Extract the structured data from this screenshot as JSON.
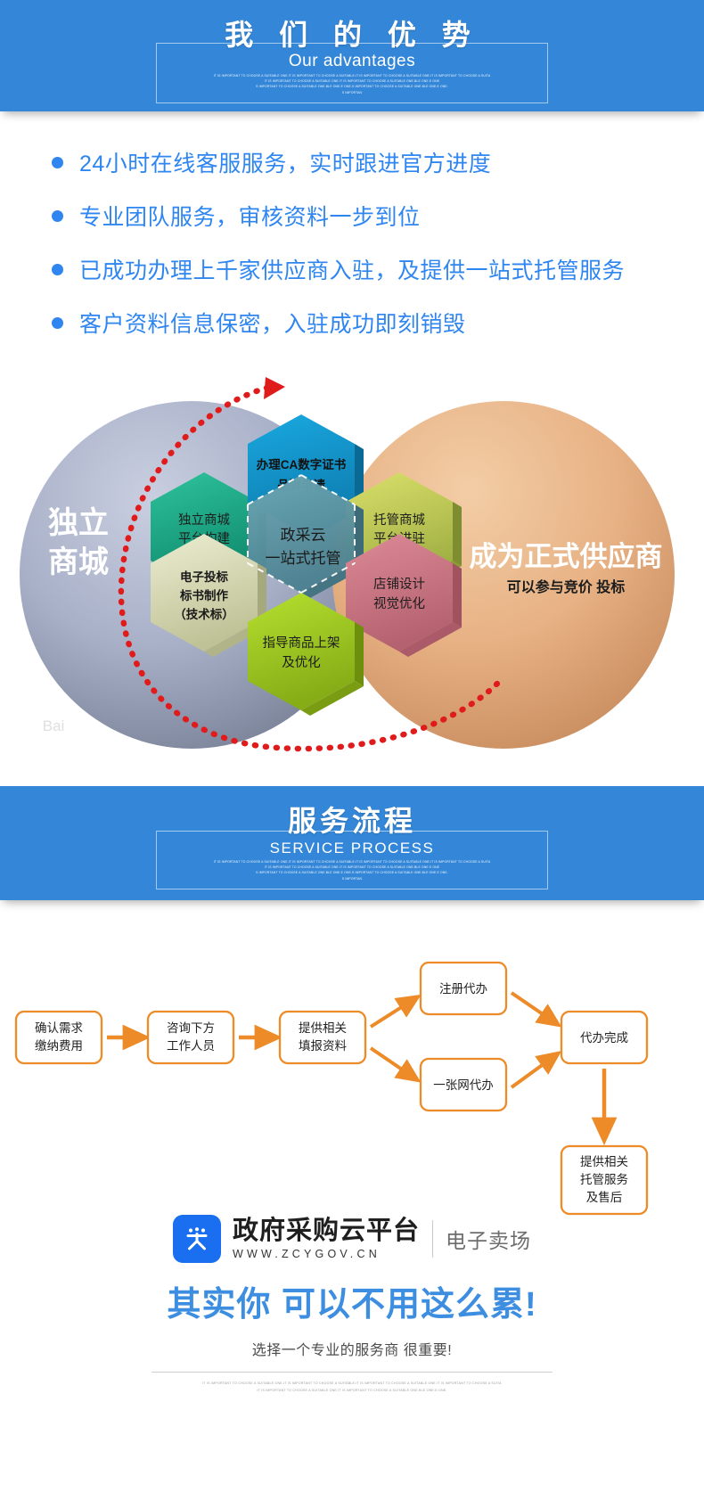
{
  "banners": {
    "advantages": {
      "title": "我 们 的 优 势",
      "subtitle": "Our advantages",
      "micro_lines": [
        "IT IS IMPORTANT TO CHOOSE A SUITABLE ONE.IT IS IMPORTANT TO CHOOSE A SUITABLE.IT IS IMPORTANT TO CHOOSE A SUITABLE ONE.IT IS IMPORTANT TO CHOOSE A SUITA",
        "IT IS IMPORTANT TO CHOOSE A SUITABLE ONE.IT IS IMPORTANT TO CHOOSE A SUITABLE ONE.BLE ONE.E ONE",
        "S IMPORTANT TO CHOOSE A SUITABLE ONE.BLE ONE.E ONE.S IMPORTANT TO CHOOSE A SUITABLE ONE.BLE ONE.E ONE.",
        "S IMPORTAN"
      ]
    },
    "service_process": {
      "title": "服务流程",
      "subtitle": "SERVICE PROCESS",
      "micro_lines": [
        "IT IS IMPORTANT TO CHOOSE A SUITABLE ONE.IT IS IMPORTANT TO CHOOSE A SUITABLE.IT IS IMPORTANT TO CHOOSE A SUITABLE ONE.IT IS IMPORTANT TO CHOOSE A SUITA",
        "IT IS IMPORTANT TO CHOOSE A SUITABLE ONE.IT IS IMPORTANT TO CHOOSE A SUITABLE ONE.BLE ONE.E ONE",
        "S IMPORTANT TO CHOOSE A SUITABLE ONE.BLE ONE.E ONE.S IMPORTANT TO CHOOSE A SUITABLE ONE.BLE ONE.E ONE.",
        "S IMPORTAN"
      ]
    }
  },
  "advantages": {
    "items": [
      {
        "text": "24小时在线客服服务，实时跟进官方进度"
      },
      {
        "text": "专业团队服务，审核资料一步到位"
      },
      {
        "text": "已成功办理上千家供应商入驻，及提供一站式托管服务"
      },
      {
        "text": "客户资料信息保密，入驻成功即刻销毁"
      }
    ]
  },
  "venn": {
    "left_circle": {
      "line1": "独立",
      "line2": "商城",
      "color": "#9aa3bd"
    },
    "right_circle": {
      "title": "成为正式供应商",
      "subtitle": "可以参与竞价 投标",
      "color": "#e8b487"
    },
    "hexagons": [
      {
        "id": "ca-cert",
        "line1": "办理CA数字证书",
        "line2": "品牌申请",
        "color": "#1c9fd4",
        "bold": true
      },
      {
        "id": "mall-build",
        "line1": "独立商城",
        "line2": "平台构建",
        "color": "#17a98a",
        "bold": false
      },
      {
        "id": "mall-entry",
        "line1": "托管商城",
        "line2": "平台进驻",
        "color": "#c8d14e",
        "bold": false
      },
      {
        "id": "center-core",
        "line1": "政采云",
        "line2": "一站式托管",
        "color": "#5e96a4",
        "bold": false
      },
      {
        "id": "e-bid-doc",
        "line1": "电子投标",
        "line2": "标书制作",
        "line3": "（技术标）",
        "color": "#d7d9b0",
        "bold": true
      },
      {
        "id": "shop-design",
        "line1": "店铺设计",
        "line2": "视觉优化",
        "color": "#cd7b8a",
        "bold": false
      },
      {
        "id": "goods-listing",
        "line1": "指导商品上架",
        "line2": "及优化",
        "color": "#a8d42a",
        "bold": false
      }
    ],
    "arrow_color": "#e01b1b"
  },
  "flow": {
    "boxes": [
      {
        "id": "step-1",
        "lines": [
          "确认需求",
          "缴纳费用"
        ]
      },
      {
        "id": "step-2",
        "lines": [
          "咨询下方",
          "工作人员"
        ]
      },
      {
        "id": "step-3",
        "lines": [
          "提供相关",
          "填报资料"
        ]
      },
      {
        "id": "step-4a",
        "lines": [
          "注册代办"
        ]
      },
      {
        "id": "step-4b",
        "lines": [
          "一张网代办"
        ]
      },
      {
        "id": "step-5",
        "lines": [
          "代办完成"
        ]
      },
      {
        "id": "step-6",
        "lines": [
          "提供相关",
          "托管服务",
          "及售后"
        ]
      }
    ],
    "accent_color": "#ec8b28"
  },
  "logo": {
    "name_cn": "政府采购云平台",
    "url": "WWW.ZCYGOV.CN",
    "tagline": "电子卖场",
    "mark_color": "#1a6ff0"
  },
  "footer": {
    "headline_part1": "其实你",
    "headline_part2": "可以不用这么累!",
    "subline": "选择一个专业的服务商 很重要!",
    "micro_lines": [
      "IT IS IMPORTANT TO CHOOSE A SUITABLE ONE.IT IS IMPORTANT TO CHOOSE A SUITABLE.IT IS IMPORTANT TO CHOOSE A SUITABLE ONE.IT IS IMPORTANT TO CHOOSE A SUITA",
      "IT IS IMPORTANT TO CHOOSE A SUITABLE ONE.IT IS IMPORTANT TO CHOOSE A SUITABLE ONE.BLE ONE.E ONE."
    ],
    "accent_color": "#3d8ee0"
  }
}
